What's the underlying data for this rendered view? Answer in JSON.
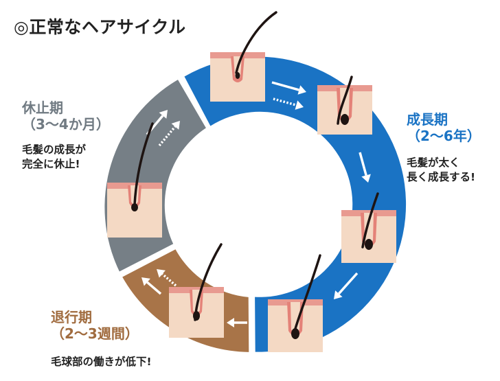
{
  "title": "◎正常なヘアサイクル",
  "phases": {
    "growth": {
      "name": "成長期",
      "duration": "（2〜6年）",
      "description": [
        "毛髪が太く",
        "長く成長する!"
      ],
      "color": "#1a73c4"
    },
    "regression": {
      "name": "退行期",
      "duration": "（2〜3週間）",
      "description": [
        "毛球部の働きが低下!"
      ],
      "color": "#a87448"
    },
    "rest": {
      "name": "休止期",
      "duration": "（3〜4か月）",
      "description": [
        "毛髪の成長が",
        "完全に休止!"
      ],
      "color": "#767f86"
    }
  },
  "colors": {
    "skin": "#f4d9c4",
    "skin_top": "#e89a90",
    "follicle": "#e48278",
    "hair": "#1e1412",
    "arrow": "#ffffff"
  }
}
